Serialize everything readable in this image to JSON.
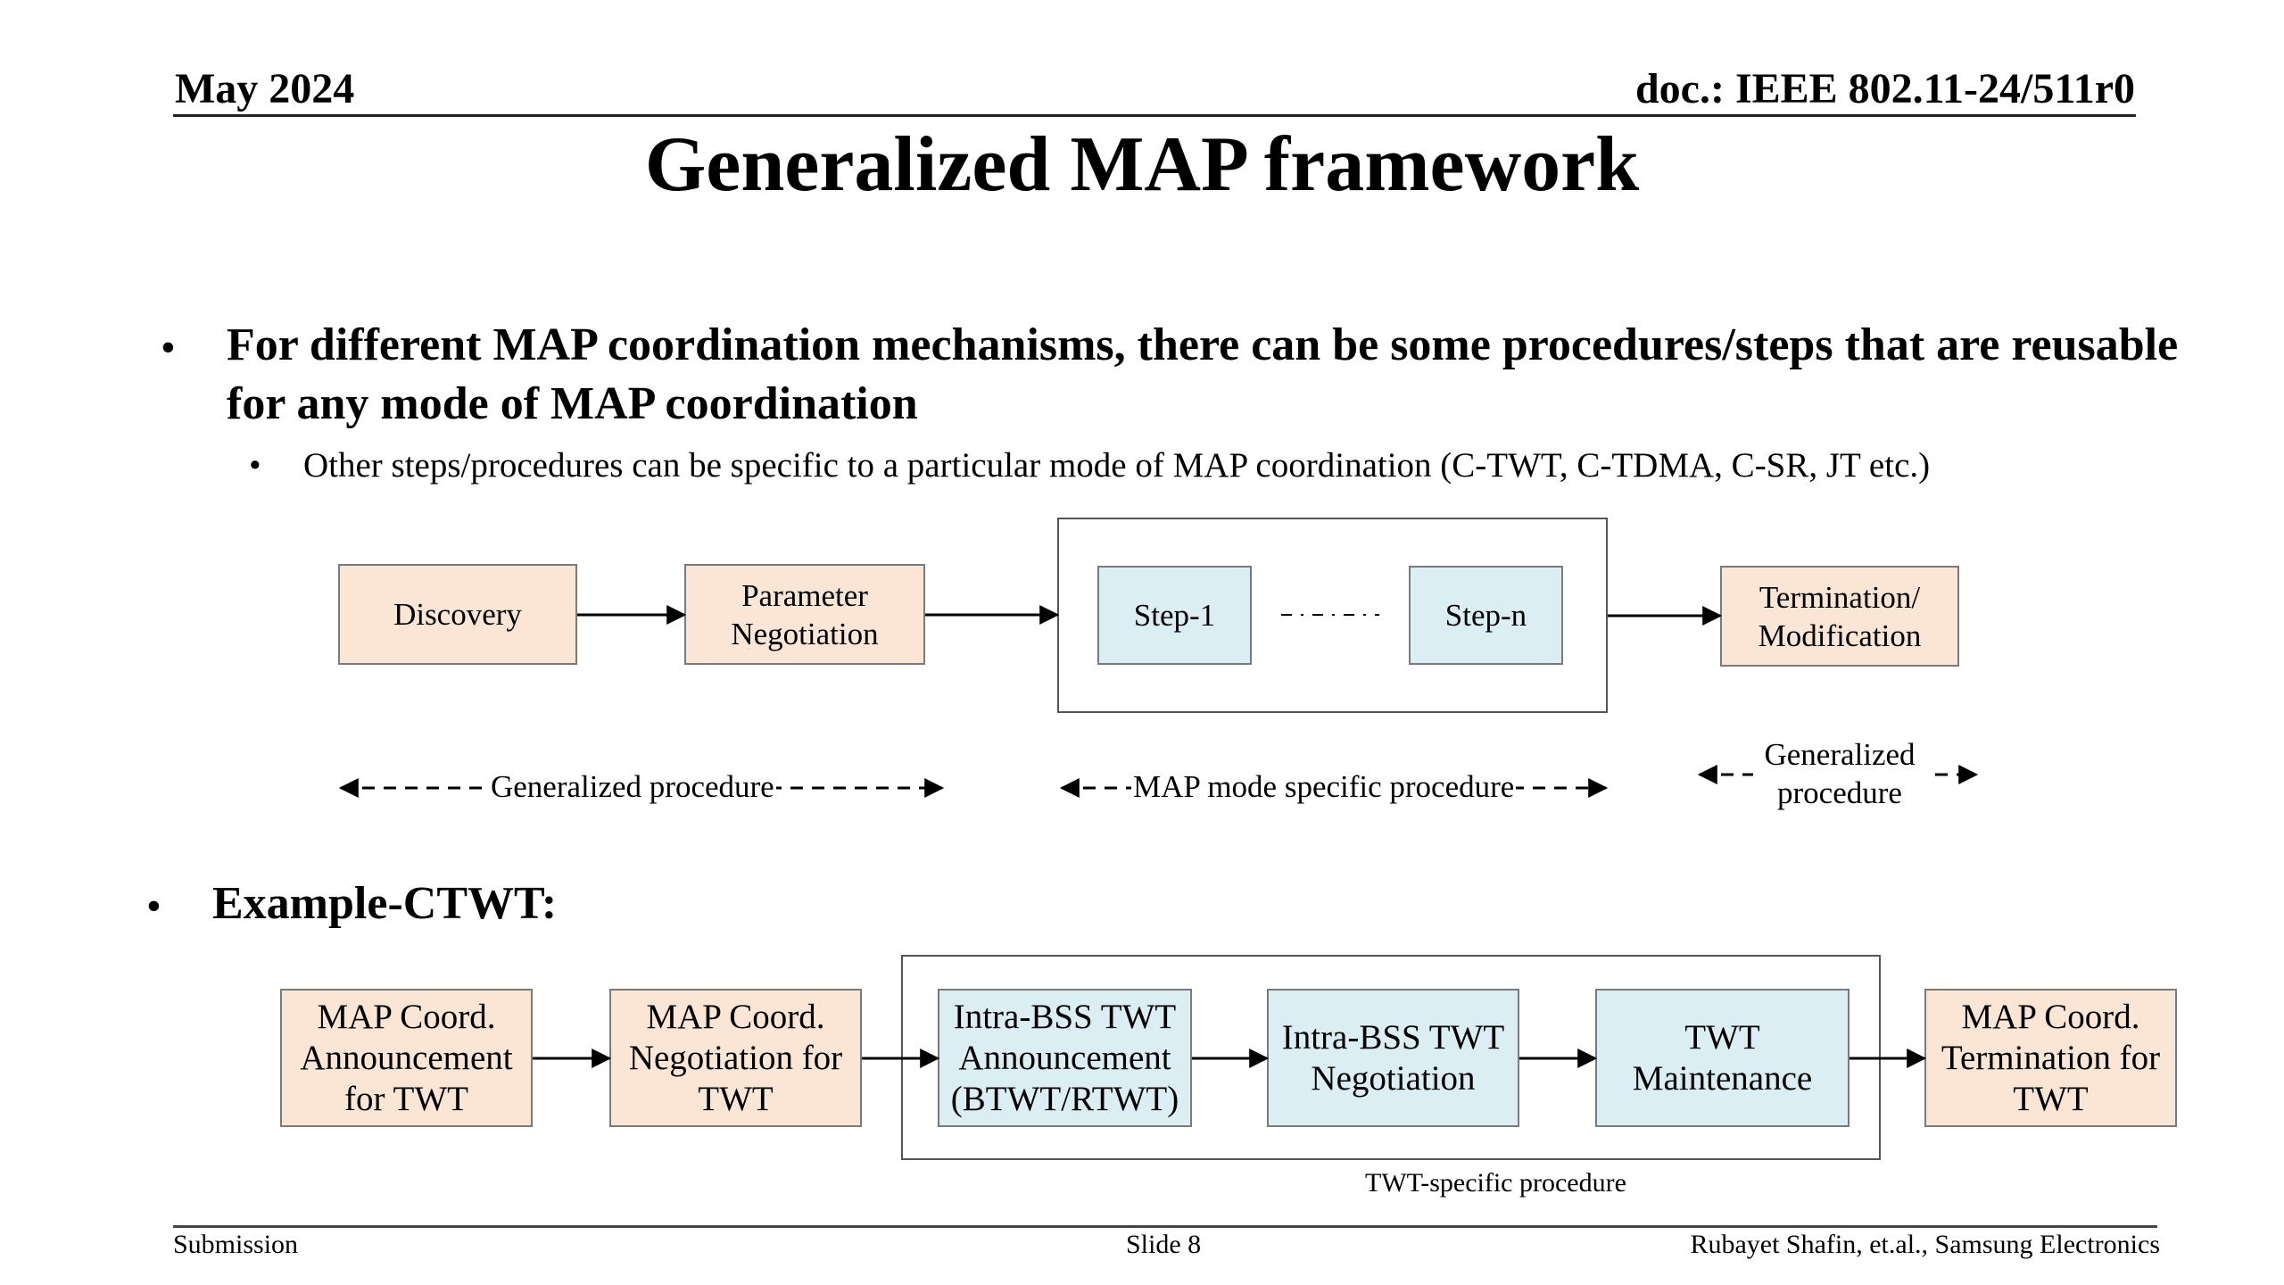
{
  "header": {
    "date": "May 2024",
    "doc": "doc.: IEEE 802.11-24/511r0"
  },
  "title": "Generalized MAP framework",
  "bullets": {
    "main": "For different MAP coordination mechanisms, there can be some procedures/steps that are reusable for any mode of MAP coordination",
    "sub": "Other steps/procedures can be specific to a particular mode of MAP coordination (C-TWT, C-TDMA, C-SR, JT etc.)",
    "example": "Example-CTWT:"
  },
  "diagram1": {
    "boxes": {
      "discovery": "Discovery",
      "parameter_negotiation": "Parameter\nNegotiation",
      "step1": "Step-1",
      "stepn": "Step-n",
      "termination": "Termination/\nModification"
    },
    "labels": {
      "generalized_procedure": "Generalized procedure",
      "map_mode_specific": "MAP mode specific procedure",
      "generalized_procedure_right": "Generalized\nprocedure"
    }
  },
  "diagram2": {
    "boxes": {
      "announcement": "MAP Coord.\nAnnouncement\nfor TWT",
      "negotiation": "MAP Coord.\nNegotiation for\nTWT",
      "intra_announcement": "Intra-BSS TWT\nAnnouncement\n(BTWT/RTWT)",
      "intra_negotiation": "Intra-BSS TWT\nNegotiation",
      "maintenance": "TWT\nMaintenance",
      "termination": "MAP Coord.\nTermination for\nTWT"
    },
    "labels": {
      "twt_specific": "TWT-specific procedure"
    }
  },
  "footer": {
    "left": "Submission",
    "center": "Slide 8",
    "right": "Rubayet Shafin, et.al., Samsung Electronics"
  },
  "colors": {
    "process_box": "#fbe6d6",
    "specific_box": "#dbeef4",
    "border": "#7a7a7a"
  }
}
